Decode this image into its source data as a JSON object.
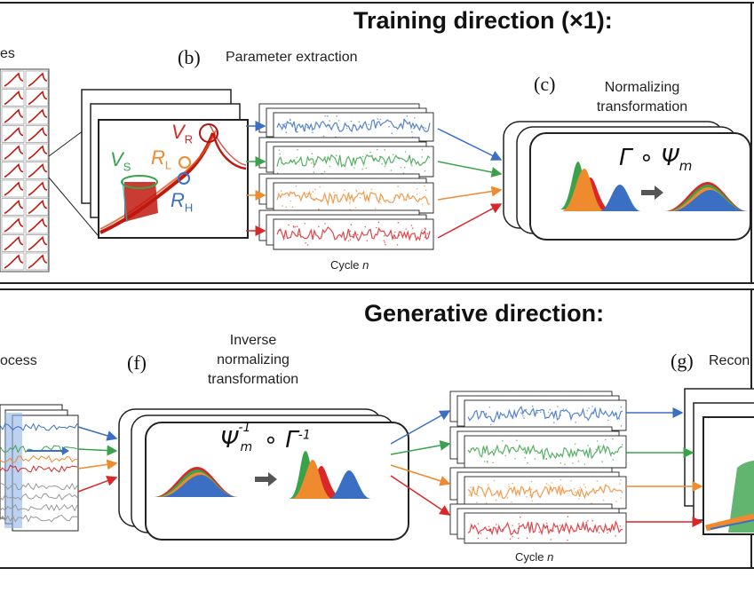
{
  "top": {
    "heading": "Training direction (×1):",
    "cut_label": "es",
    "panel_b": {
      "letter": "(b)",
      "title": "Parameter extraction"
    },
    "params": {
      "vr": "V",
      "vr_sub": "R",
      "rl": "R",
      "rl_sub": "L",
      "vs": "V",
      "vs_sub": "S",
      "rh": "R",
      "rh_sub": "H"
    },
    "panel_c": {
      "letter": "(c)",
      "title_line1": "Normalizing",
      "title_line2": "transformation"
    },
    "formula": "Γ ∘ Ψ",
    "formula_sub": "m",
    "xaxis": "Cycle",
    "xaxis_var": "n"
  },
  "bottom": {
    "heading": "Generative direction:",
    "cut_label": "ocess",
    "panel_f": {
      "letter": "(f)",
      "title_line1": "Inverse",
      "title_line2": "normalizing",
      "title_line3": "transformation"
    },
    "formula_psi": "Ψ",
    "formula_sup1": "-1",
    "formula_sub": "m",
    "formula_mid": " ∘ Γ",
    "formula_sup2": "-1",
    "panel_g": {
      "letter": "(g)",
      "title": "Recon"
    },
    "xaxis": "Cycle",
    "xaxis_var": "n"
  },
  "colors": {
    "blue": "#3a6fc4",
    "green": "#3aa34a",
    "orange": "#ef8a2e",
    "red": "#d9272a",
    "darkred": "#b01515",
    "gray": "#999999"
  }
}
